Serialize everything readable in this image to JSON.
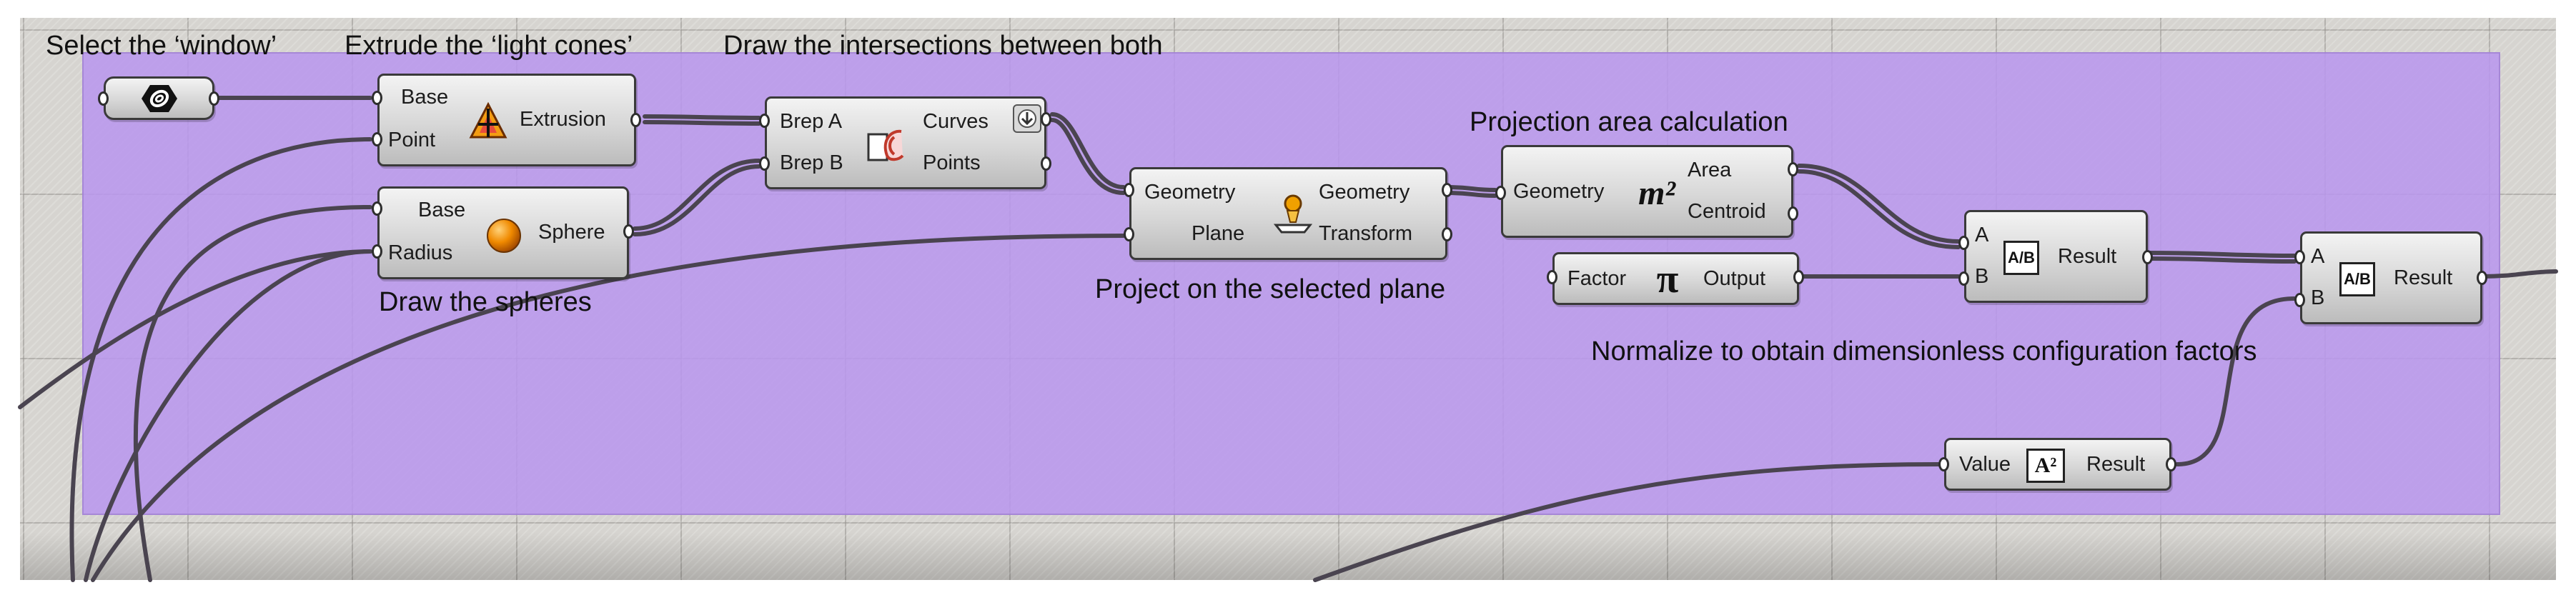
{
  "labels": {
    "select_window": "Select the ‘window’",
    "extrude_cones": "Extrude the ‘light cones’",
    "draw_intersections": "Draw the intersections between both",
    "projection_area": "Projection area calculation",
    "draw_spheres": "Draw the spheres",
    "project_plane": "Project on the selected plane",
    "normalize": "Normalize to obtain dimensionless configuration factors"
  },
  "nodes": {
    "extrude": {
      "in": [
        "Base",
        "Point"
      ],
      "out": [
        "Extrusion"
      ]
    },
    "sphere": {
      "in": [
        "Base",
        "Radius"
      ],
      "out": [
        "Sphere"
      ]
    },
    "intersect": {
      "in": [
        "Brep A",
        "Brep B"
      ],
      "out": [
        "Curves",
        "Points"
      ]
    },
    "project": {
      "in": [
        "Geometry",
        "Plane"
      ],
      "out": [
        "Geometry",
        "Transform"
      ]
    },
    "area": {
      "in": [
        "Geometry"
      ],
      "out": [
        "Area",
        "Centroid"
      ],
      "icon_text": "m²"
    },
    "pi": {
      "in": [
        "Factor"
      ],
      "out": [
        "Output"
      ],
      "icon_text": "π"
    },
    "division1": {
      "in": [
        "A",
        "B"
      ],
      "out": [
        "Result"
      ],
      "icon_text": "A/B"
    },
    "division2": {
      "in": [
        "A",
        "B"
      ],
      "out": [
        "Result"
      ],
      "icon_text": "A/B"
    },
    "square": {
      "in": [
        "Value"
      ],
      "out": [
        "Result"
      ],
      "icon_text": "A²"
    }
  },
  "icons": {
    "brep_param": "brep-parameter-icon",
    "extrude": "extrude-point-icon",
    "sphere": "sphere-icon",
    "intersect": "brep-brep-intersection-icon",
    "project": "project-icon",
    "flatten": "flatten-arrow-icon"
  },
  "colors": {
    "canvas": "#d6d4d0",
    "group": "#b996ee",
    "wire": "#4a4450",
    "node_border": "#3a3a3a"
  }
}
